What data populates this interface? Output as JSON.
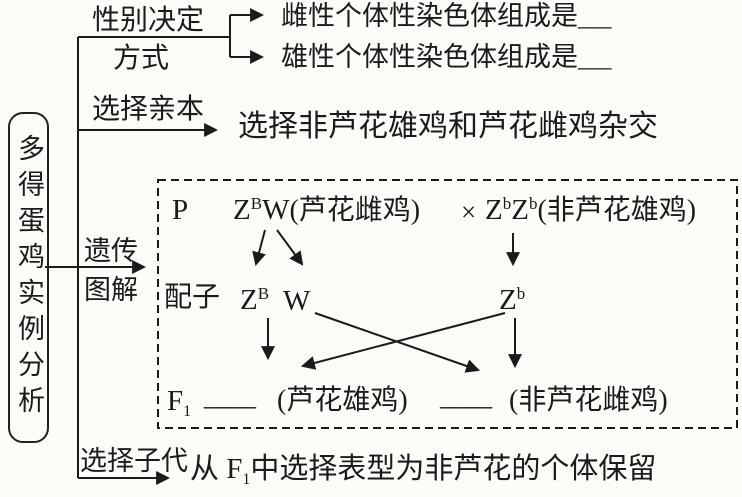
{
  "root": {
    "label": "多得蛋鸡实例分析"
  },
  "sex_determination": {
    "label_line1": "性别决定",
    "label_line2": "方式",
    "female_text": "雌性个体性染色体组成是",
    "male_text": "雄性个体性染色体组成是",
    "female_blank": "___",
    "male_blank": "___"
  },
  "select_parents": {
    "label": "选择亲本",
    "result": "选择非芦花雄鸡和芦花雌鸡杂交"
  },
  "genetic_diagram": {
    "label_line1": "遗传",
    "label_line2": "图解",
    "p_label": "P",
    "mother": {
      "allele1_base": "Z",
      "allele1_sup": "B",
      "allele2": "W",
      "note": "(芦花雌鸡)"
    },
    "cross_symbol": "×",
    "father": {
      "allele1_base": "Z",
      "allele1_sup": "b",
      "allele2_base": "Z",
      "allele2_sup": "b",
      "note": "(非芦花雄鸡)"
    },
    "gametes_label": "配子",
    "gamete1": {
      "base": "Z",
      "sup": "B"
    },
    "gamete2": "W",
    "gamete3": {
      "base": "Z",
      "sup": "b"
    },
    "f1_label": {
      "base": "F",
      "sub": "1"
    },
    "f1_blank1": "____",
    "f1_note1": "(芦花雄鸡)",
    "f1_blank2": "____",
    "f1_note2": "(非芦花雌鸡)"
  },
  "select_offspring": {
    "label": "选择子代",
    "result_prefix": "从",
    "result_f_base": "F",
    "result_f_sub": "1",
    "result_suffix": "中选择表型为非芦花的个体保留"
  },
  "colors": {
    "ink": "#1b1b1b",
    "background": "#fcfbf8"
  }
}
